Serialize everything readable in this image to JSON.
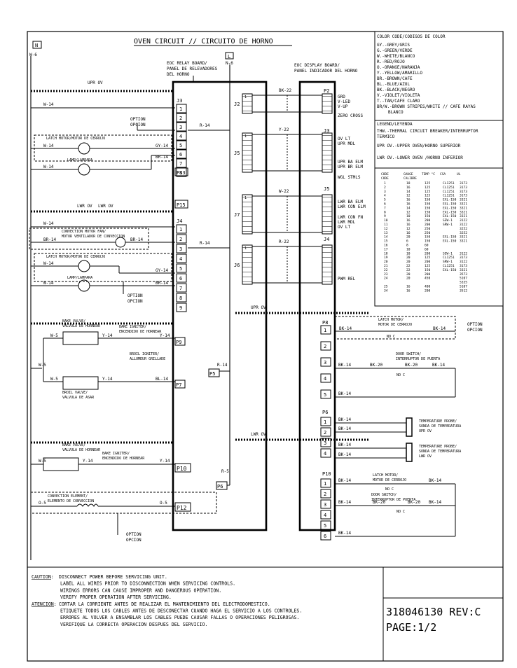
{
  "title": "OVEN CIRCUIT // CIRCUITO DE HORNO",
  "color_code": {
    "heading": "COLOR CODE/CODIGOS DE COLOR",
    "items": [
      "GY.-GREY/GRIS",
      "G.-GREEN/VERDE",
      "W.-WHITE/BLANCO",
      "R.-RED/ROJO",
      "O.-ORANGE/NARANJA",
      "Y.-YELLOW/AMARILLO",
      "BR.-BROWN/CAFE",
      "BL.-BLUE/AZUL",
      "BK.-BLACK/NEGRO",
      "V.-VIOLET/VIOLETA",
      "T.-TAN/CAFE CLARO",
      "BR/W.-BROWN STRIPES/WHITE // CAFE RAYAS",
      "BLANCO"
    ]
  },
  "legend": {
    "heading": "LEGEND/LEYENDA",
    "items": [
      "THW.-THERMAL CIRCUIT BREAKER/INTERRUPTOR",
      "TERMICO",
      "UPR OV.-UPPER OVEN/HORNO SUPERIOR",
      "LWR OV.-LOWER OVEN /HORNO INFERIOR"
    ]
  },
  "gauge_table": {
    "headers": [
      "CODE",
      "GAUGE",
      "TEMP °C",
      "CSA",
      "UL"
    ],
    "subheaders": [
      "CODE",
      "CALIBRE",
      "",
      "",
      ""
    ],
    "rows": [
      [
        "1",
        "18",
        "125",
        "CL1251",
        "3173"
      ],
      [
        "2",
        "16",
        "125",
        "CL1251",
        "3173"
      ],
      [
        "3",
        "14",
        "125",
        "CL1251",
        "3173"
      ],
      [
        "4",
        "12",
        "125",
        "CL1251",
        "3173"
      ],
      [
        "5",
        "16",
        "150",
        "EXL-150",
        "3321"
      ],
      [
        "6",
        "16",
        "150",
        "EXL-150",
        "3321"
      ],
      [
        "7",
        "14",
        "150",
        "EXL-150",
        "3321"
      ],
      [
        "8",
        "12",
        "150",
        "EXL-150",
        "3321"
      ],
      [
        "9",
        "10",
        "150",
        "EXL-150",
        "3321"
      ],
      [
        "10",
        "16",
        "200",
        "SEW-1",
        "3122"
      ],
      [
        "11",
        "16",
        "200",
        "SRW-1",
        "3122"
      ],
      [
        "12",
        "12",
        "250",
        "",
        "3252"
      ],
      [
        "13",
        "16",
        "250",
        "",
        "3252"
      ],
      [
        "14",
        "20",
        "150",
        "EXL-150",
        "3321"
      ],
      [
        "15",
        "6",
        "150",
        "EXL-150",
        "3321"
      ],
      [
        "16",
        "8",
        "60",
        "",
        ""
      ],
      [
        "17",
        "10",
        "60",
        "",
        ""
      ],
      [
        "18",
        "10",
        "200",
        "SEW-1",
        "3122"
      ],
      [
        "19",
        "20",
        "125",
        "CL1251",
        "3173"
      ],
      [
        "20",
        "20",
        "200",
        "SRW-1",
        "3122"
      ],
      [
        "21",
        "22",
        "125",
        "CL1251",
        "3173"
      ],
      [
        "22",
        "22",
        "150",
        "EXL-150",
        "3321"
      ],
      [
        "23",
        "20",
        "200",
        "",
        "3573"
      ],
      [
        "24",
        "20",
        "450",
        "",
        "5107"
      ],
      [
        "",
        "",
        "",
        "",
        "5335"
      ],
      [
        "25",
        "16",
        "400",
        "",
        "5107"
      ],
      [
        "34",
        "16",
        "200",
        "",
        "3512"
      ]
    ]
  },
  "caution": {
    "lines": [
      [
        "CAUTION:",
        "DISCONNECT POWER BEFORE SERVICING UNIT."
      ],
      [
        "",
        "LABEL ALL WIRES PRIOR TO DISCONNECTION WHEN SERVICING CONTROLS."
      ],
      [
        "",
        "WIRINGS ERRORS CAN CAUSE IMPROPER AND DANGEROUS OPERATION."
      ],
      [
        "",
        "VERIFY PROPER OPERATION AFTER SERVICING."
      ],
      [
        "ATENCION:",
        "CORTAR LA CORRIENTE ANTES DE REALIZAR EL MANTENIMIENTO DEL ELECTRODOMESTICO."
      ],
      [
        "",
        "ETIQUETE TODOS LOS CABLES ANTES DE DESCONECTAR CUANDO HAGA EL SERVICIO A LOS CONTROLES."
      ],
      [
        "",
        "ERRORES AL VOLVER A ENSAMBLAR LOS CABLES PUEDE CAUSAR FALLAS O OPERACIONES PELIGROSAS."
      ],
      [
        "",
        "VERIFIQUE LA CORRECTA OPERACION DESPUES DEL SERVICIO."
      ]
    ]
  },
  "doc": {
    "number": "318046130 REV:C",
    "page": "PAGE:1/2"
  },
  "boards": {
    "relay": [
      "EOC RELAY BOARD/",
      "PANEL DE RELEVADORES",
      "DEL HORNO"
    ],
    "display": [
      "EOC DISPLAY BOARD/",
      "PANEL INDICADOR DEL HORNO"
    ]
  },
  "terminals": {
    "N": "N",
    "L": "L",
    "w6": "W-6",
    "n6": "N-6"
  },
  "sections": {
    "upr": "UPR OV",
    "lwr": "LWR OV"
  },
  "relay_pins_j3": [
    "1",
    "2",
    "3",
    "4",
    "5",
    "6",
    "7",
    "8"
  ],
  "relay_pins_j4": [
    "1",
    "2",
    "3",
    "4",
    "5",
    "6",
    "7",
    "8",
    "9"
  ],
  "connectors": {
    "J3": "J3",
    "J4": "J4",
    "P13": "P13",
    "P15": "P15",
    "P9": "P9",
    "P7": "P7",
    "P5": "P5",
    "P10": "P10",
    "P6": "P6",
    "P12": "P12",
    "J2": "J2",
    "J5": "J5",
    "J7": "J7",
    "J6": "J6",
    "P2": "P2",
    "dJ3": "J3",
    "dJ5": "J5",
    "dJ4": "J4",
    "P8": "P8",
    "P6b": "P6",
    "P10b": "P10"
  },
  "display_labels": {
    "grd": [
      "GRD",
      "V-LED",
      "V-UP"
    ],
    "zero": "ZERO CROSS",
    "ovlt": [
      "OV LT",
      "UPR MDL"
    ],
    "upr_ba": [
      "UPR BA ELM",
      "UPR BR ELM"
    ],
    "wgl": "WGL STMLS",
    "lwr_ba": [
      "LWR BA ELM",
      "LWR CON ELM"
    ],
    "lwr_con": [
      "LWR CON FN",
      "LWR MDL",
      "OV LT"
    ],
    "pwm": "PWM REL"
  },
  "wires": {
    "w14": "W-14",
    "r14": "R-14",
    "gy14": "GY-14",
    "br14": "BR-14",
    "bk22": "BK-22",
    "y22": "Y-22",
    "w22": "W-22",
    "r22": "R-22",
    "w5": "W-5",
    "y14": "Y-14",
    "bl14": "BL-14",
    "r5": "R-5",
    "o5": "O-5",
    "bk14": "BK-14",
    "bk20": "BK-20"
  },
  "components": {
    "latch": "LATCH MOTOR/MOTOR DE CERROJO",
    "lamp": "LAMP/LAMPARA",
    "option": [
      "OPTION",
      "OPCION"
    ],
    "conv_fan": [
      "CONVECTION MOTOR FAN/",
      "MOTOR VENTILADOR DE CONVECCION"
    ],
    "bake_valve": [
      "BAKE VALVE/",
      "VALVULA DE HORNEAR"
    ],
    "bake_igniter": [
      "BAKE IGNITER/",
      "ENCENDIDO DE HORNEAR"
    ],
    "broil_igniter": [
      "BROIL IGNITER/",
      "ALLUMEUR GRILLADE"
    ],
    "broil_valve": [
      "BROIL VALVE/",
      "VALVULA DE ASAR"
    ],
    "conv_elem": [
      "CONVECTION ELEMENT/",
      "ELEMENTO DE CONVECCION"
    ],
    "latch2": [
      "LATCH MOTOR/",
      "MOTOR DE CERROJO"
    ],
    "door": [
      "DOOR SWITCH/",
      "INTERRUPTOR DE PUERTA"
    ],
    "probe_upr": [
      "TEMPERATURE PROBE/",
      "SONDA DE TEMPERATURA",
      "UPR OV"
    ],
    "probe_lwr": [
      "TEMPERATURE PROBE/",
      "SONDA DE TEMPERATURA",
      "LWR OV"
    ],
    "no_c": "NO  C"
  },
  "display_pins": {
    "P8": [
      "1",
      "2",
      "3",
      "4",
      "5"
    ],
    "P6": [
      "1",
      "2",
      "3",
      "4"
    ],
    "P10": [
      "1",
      "2",
      "3",
      "4",
      "5",
      "6"
    ]
  }
}
